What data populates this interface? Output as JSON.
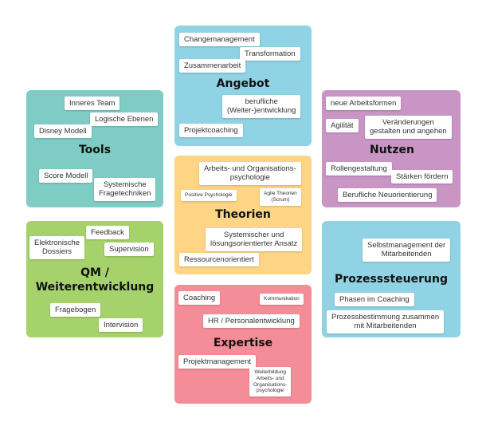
{
  "colors": {
    "tools": "#7fccc5",
    "angebot": "#8fd3e5",
    "nutzen": "#c995c5",
    "theorien": "#fdd584",
    "qm": "#a6d26b",
    "prozess": "#8fd3e5",
    "expertise": "#f48d98"
  },
  "angebot": {
    "title": "Angebot",
    "tags": [
      "Changemanagement",
      "Transformation",
      "Zusammenarbeit",
      "berufliche\n(Weiter-)entwicklung",
      "Projektcoaching"
    ]
  },
  "tools": {
    "title": "Tools",
    "tags": [
      "Inneres Team",
      "Logische Ebenen",
      "Disney Modell",
      "Score Modell",
      "Systemische\nFragetechniken"
    ]
  },
  "nutzen": {
    "title": "Nutzen",
    "tags": [
      "neue Arbeitsformen",
      "Agilität",
      "Veränderungen\ngestalten und angehen",
      "Rollengestaltung",
      "Stärken fördern",
      "Berufliche Neuorientierung"
    ]
  },
  "theorien": {
    "title": "Theorien",
    "tags": [
      "Arbeits- und Organisations-\npsychologie",
      "Positive Psychologie",
      "Agile Theorien\n(Scrum)",
      "Systemischer und\nlösungsorientierter Ansatz",
      "Ressourcenorientiert"
    ]
  },
  "qm": {
    "title": "QM /\nWeiterentwicklung",
    "tags": [
      "Feedback",
      "Elektronische\nDossiers",
      "Supervision",
      "Fragebogen",
      "Intervision"
    ]
  },
  "prozess": {
    "title": "Prozesssteuerung",
    "tags": [
      "Selbstmanagement der\nMitarbeitenden",
      "Phasen im Coaching",
      "Prozessbestimmung zusammen\nmit Mitarbeitenden"
    ]
  },
  "expertise": {
    "title": "Expertise",
    "tags": [
      "Coaching",
      "Kommunikation",
      "HR / Personalentwicklung",
      "Projektmanagement",
      "Weiterbildung\nArbeits- und\nOrganisations-\npsychologie"
    ]
  }
}
